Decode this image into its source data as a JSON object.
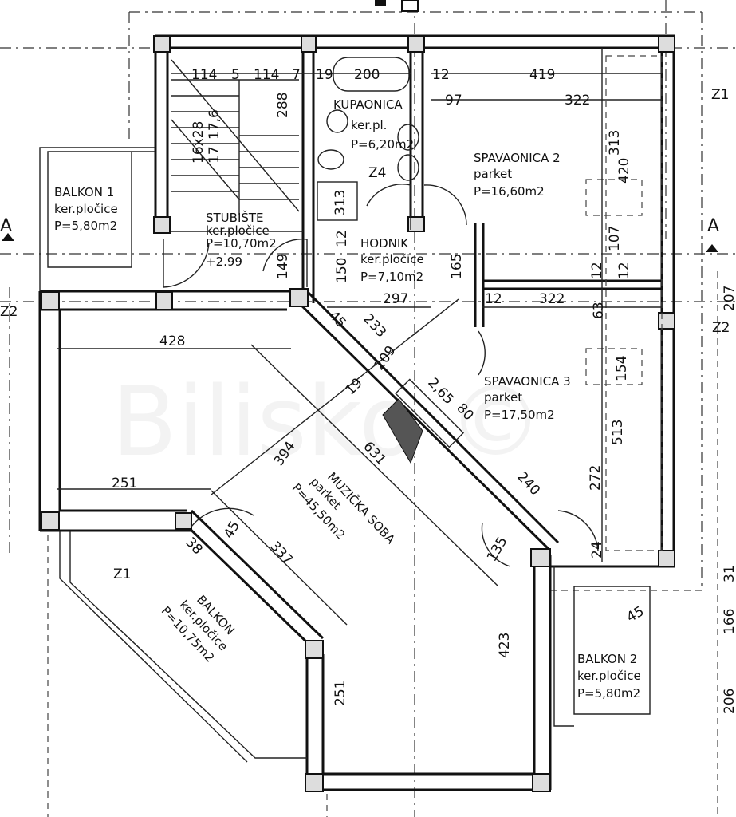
{
  "watermark": "Bilisko ©",
  "section_marks": {
    "left": "A",
    "right": "A"
  },
  "axis_labels": {
    "z1_top": "Z1",
    "z2_left": "Z2",
    "z2_right": "Z2",
    "z1_bottom": "Z1",
    "z4": "Z4"
  },
  "rooms": {
    "kupaonica": {
      "name": "KUPAONICA",
      "floor": "ker.pl.",
      "area": "P=6,20m2"
    },
    "spavaonica2": {
      "name": "SPAVAONICA 2",
      "floor": "parket",
      "area": "P=16,60m2"
    },
    "balkon1": {
      "name": "BALKON 1",
      "floor": "ker.pločice",
      "area": "P=5,80m2"
    },
    "stubiste": {
      "name": "STUBIŠTE",
      "floor": "ker.pločice",
      "area": "P=10,70m2",
      "level": "+2.99"
    },
    "hodnik": {
      "name": "HODNIK",
      "floor": "ker.pločice",
      "area": "P=7,10m2"
    },
    "spavaonica3": {
      "name": "SPAVAONICA 3",
      "floor": "parket",
      "area": "P=17,50m2"
    },
    "muzicka": {
      "name": "MUZIČKA SOBA",
      "floor": "parket",
      "area": "P=45,50m2"
    },
    "balkon": {
      "name": "BALKON",
      "floor": "ker.pločice",
      "area": "P=10,75m2"
    },
    "balkon2": {
      "name": "BALKON 2",
      "floor": "ker.pločice",
      "area": "P=5,80m2"
    }
  },
  "dimensions": {
    "d114a": "114",
    "d5": "5",
    "d114b": "114",
    "d7": "7",
    "d19": "19",
    "d200": "200",
    "d12a": "12",
    "d419": "419",
    "d97": "97",
    "d322a": "322",
    "d313a": "313",
    "d420": "420",
    "d288": "288",
    "d17": "17",
    "d176": "17,6",
    "d16": "16x28",
    "d313b": "313",
    "d107": "107",
    "d12b": "12",
    "d12c": "12",
    "d150": "150",
    "d12d": "12",
    "d149": "149",
    "d165": "165",
    "d297": "297",
    "d12e": "12",
    "d322b": "322",
    "d63": "63",
    "d45a": "45",
    "d233": "233",
    "d428": "428",
    "d209": "209",
    "d154": "154",
    "d19b": "19",
    "d265": "2,65",
    "d80": "80",
    "d513": "513",
    "d394": "394",
    "d631": "631",
    "d240": "240",
    "d272": "272",
    "d251a": "251",
    "d45b": "45",
    "d38": "38",
    "d337": "337",
    "d135": "135",
    "d24": "24",
    "d423": "423",
    "d45c": "45",
    "d251b": "251",
    "d207": "207",
    "d31": "31",
    "d166": "166",
    "d206": "206"
  }
}
